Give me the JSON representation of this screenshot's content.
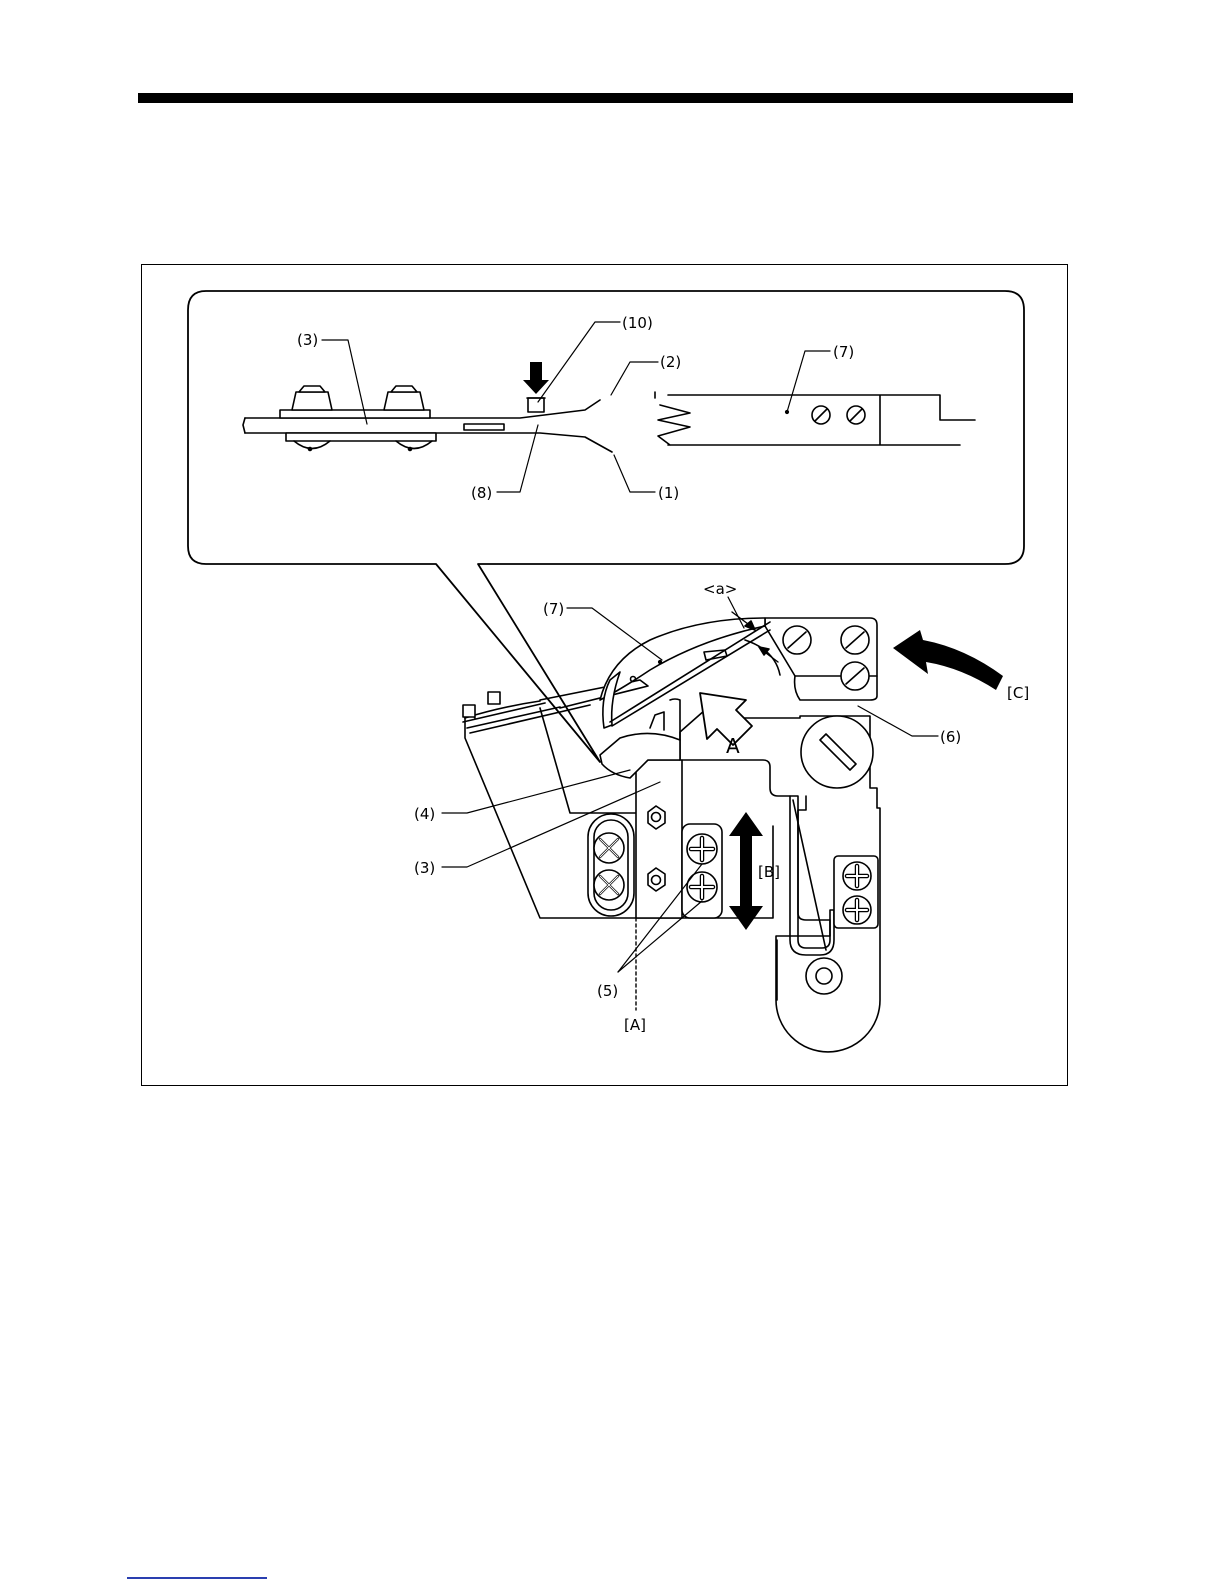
{
  "labels": {
    "l10": "(10)",
    "l2": "(2)",
    "l3_top": "(3)",
    "l7_top": "(7)",
    "l8": "(8)",
    "l1": "(1)",
    "la": "<a>",
    "l7_main": "(7)",
    "lC": "[C]",
    "l6": "(6)",
    "lA_arrow": "A",
    "l4": "(4)",
    "l3_main": "(3)",
    "lB": "[B]",
    "l5": "(5)",
    "lA_bracket": "[A]"
  },
  "colors": {
    "ink": "#000000",
    "paper": "#ffffff",
    "footer_link": "#2a3fb0"
  }
}
